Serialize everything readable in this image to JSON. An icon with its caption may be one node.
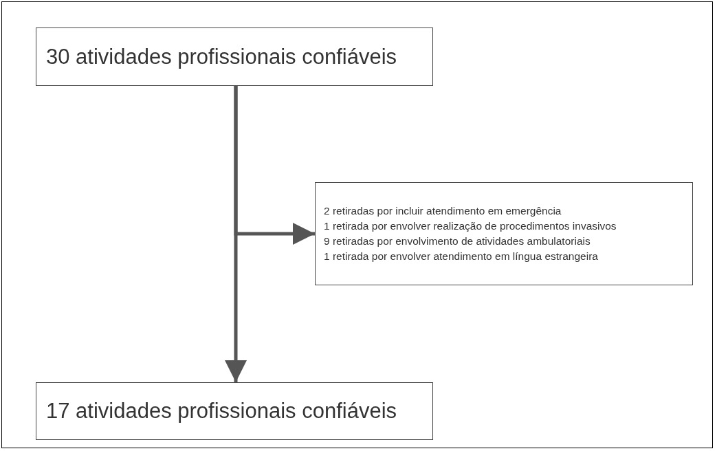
{
  "diagram": {
    "nodes": [
      {
        "text": [
          "30 atividades profissionais confiáveis"
        ]
      },
      {
        "text": [
          "2 retiradas por incluir atendimento em emergência",
          "1 retirada por envolver realização de procedimentos invasivos",
          "9 retiradas por envolvimento de atividades ambulatoriais",
          "1 retirada por envolver atendimento em língua estrangeira"
        ]
      },
      {
        "text": [
          "17 atividades profissionais confiáveis"
        ]
      }
    ],
    "edges": [
      {
        "from": 0,
        "to": 2,
        "arrow": "to"
      },
      {
        "from": 0,
        "to": 1,
        "arrow": "to"
      }
    ]
  }
}
